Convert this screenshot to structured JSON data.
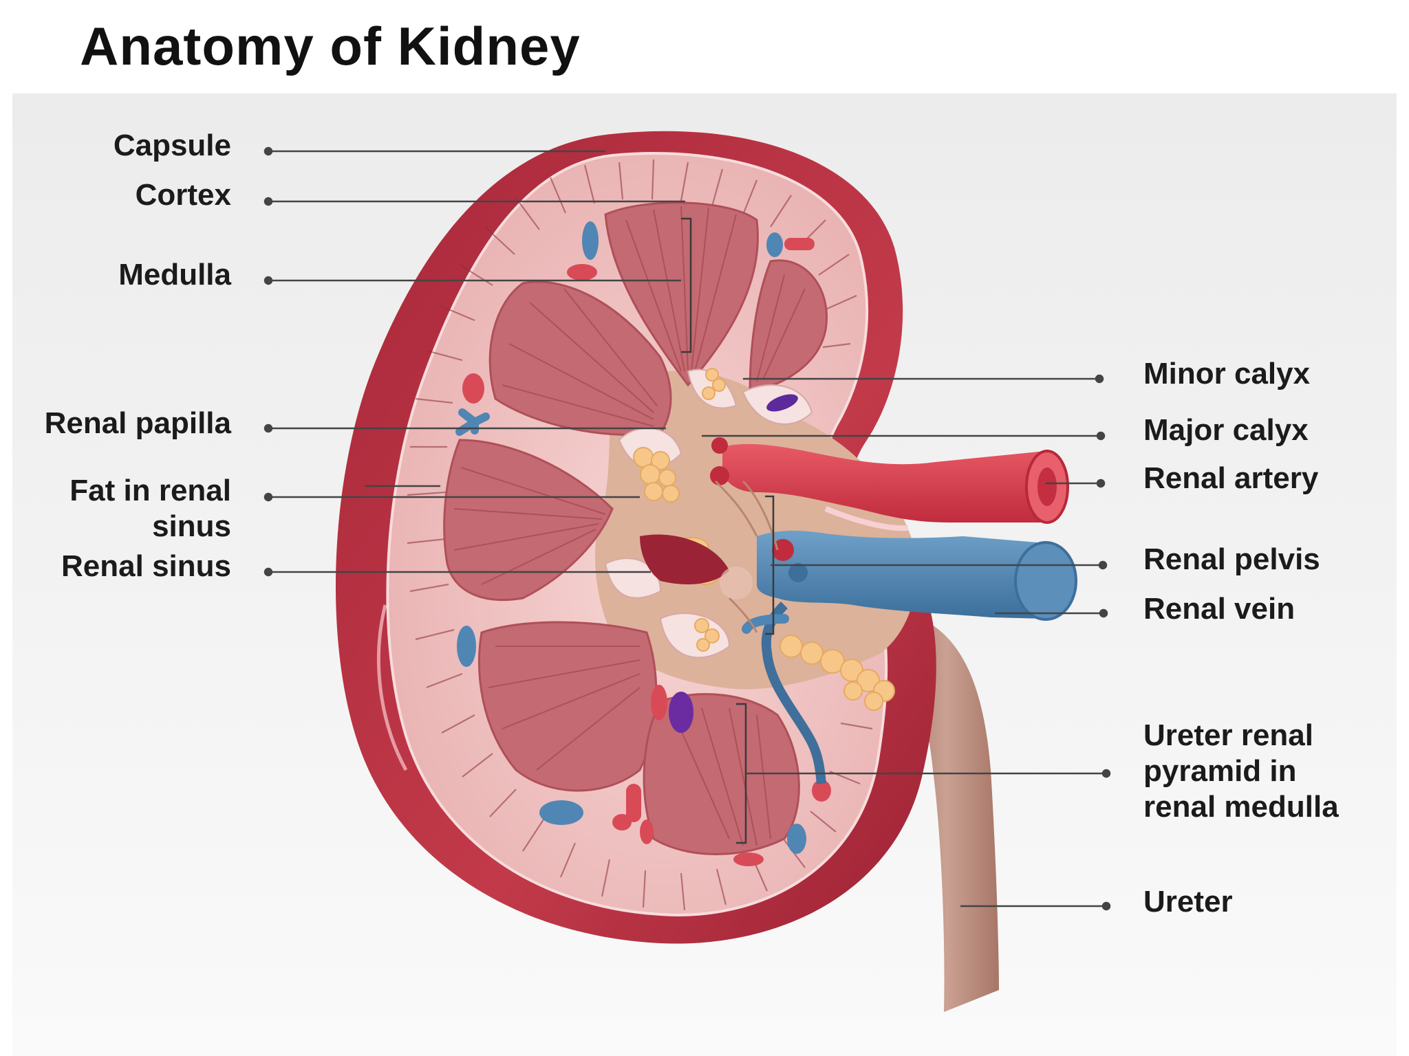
{
  "title": "Anatomy of Kidney",
  "colors": {
    "capsule": "#b02d3c",
    "cortex": "#f2c7c6",
    "pyramid": "#c46a72",
    "sinus": "#dcb29b",
    "artery": "#d93c4b",
    "vein": "#4f86b4",
    "fat": "#f7c78a",
    "ureter": "#c19489"
  },
  "labels_left": {
    "capsule": "Capsule",
    "cortex": "Cortex",
    "medulla": "Medulla",
    "renal_papilla": "Renal papilla",
    "fat_in_renal_sinus": "Fat in renal\nsinus",
    "renal_sinus": "Renal sinus"
  },
  "labels_right": {
    "minor_calyx": "Minor calyx",
    "major_calyx": "Major calyx",
    "renal_artery": "Renal artery",
    "renal_pelvis": "Renal pelvis",
    "renal_vein": "Renal vein",
    "ureter_renal_pyramid": "Ureter renal\npyramid in\nrenal medulla",
    "ureter": "Ureter"
  }
}
